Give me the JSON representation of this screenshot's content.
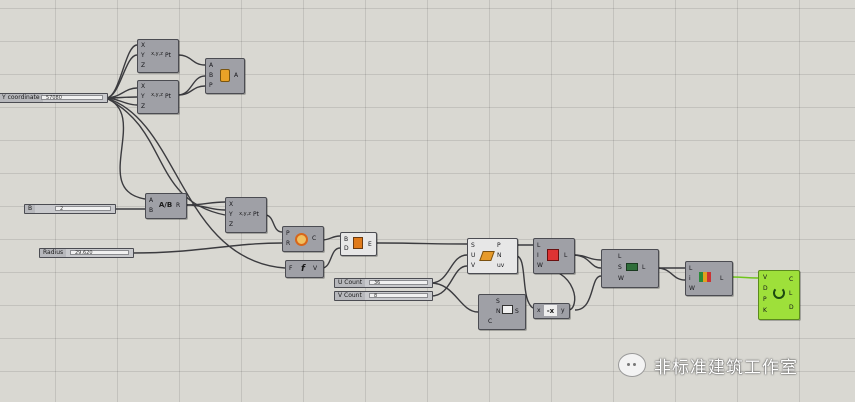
{
  "sliders": {
    "y_coordinate": {
      "label": "Y coordinate",
      "value": "57080"
    },
    "b": {
      "label": "B",
      "value": "2"
    },
    "radius": {
      "label": "Radius",
      "value": "29.620"
    },
    "u_count": {
      "label": "U Count",
      "value": "36"
    },
    "v_count": {
      "label": "V Count",
      "value": "8"
    }
  },
  "nodes": {
    "pt_a": {
      "inputs": [
        "X",
        "Y",
        "Z"
      ],
      "outputs": [
        "Pt"
      ],
      "symbol": "x,y,z"
    },
    "pt_b": {
      "inputs": [
        "X",
        "Y",
        "Z"
      ],
      "outputs": [
        "Pt"
      ],
      "symbol": "x,y,z"
    },
    "arc3pt": {
      "inputs": [
        "A",
        "B",
        "P"
      ],
      "outputs": [
        "A"
      ]
    },
    "division": {
      "inputs": [
        "A",
        "B"
      ],
      "outputs": [
        "R"
      ],
      "symbol": "A/B"
    },
    "pt_c": {
      "inputs": [
        "X",
        "Y",
        "Z"
      ],
      "outputs": [
        "Pt"
      ],
      "symbol": "x,y,z"
    },
    "circle": {
      "inputs": [
        "P",
        "R"
      ],
      "outputs": [
        "C"
      ]
    },
    "expression": {
      "inputs": [
        "F"
      ],
      "outputs": [
        "V"
      ],
      "symbol": "f"
    },
    "boundary": {
      "inputs": [
        "B",
        "D"
      ],
      "outputs": [
        "E"
      ]
    },
    "divide_domain": {
      "inputs": [
        "S",
        "U",
        "V"
      ],
      "outputs": [
        "P",
        "N",
        "uv"
      ]
    },
    "graft_tree": {
      "inputs": [
        "S",
        "N",
        "C"
      ],
      "outputs": [
        "S"
      ]
    },
    "negate": {
      "inputs": [
        "x"
      ],
      "outputs": [
        "y"
      ],
      "symbol": "-x"
    },
    "cull": {
      "inputs": [
        "L",
        "I",
        "W"
      ],
      "outputs": [
        "L"
      ]
    },
    "shift_list": {
      "inputs": [
        "L",
        "S",
        "W"
      ],
      "outputs": [
        "L"
      ]
    },
    "weave": {
      "inputs": [
        "L",
        "i",
        "W"
      ],
      "outputs": [
        "L"
      ]
    },
    "loft": {
      "inputs": [
        "V",
        "D",
        "P",
        "K"
      ],
      "outputs": [
        "C",
        "L",
        "D"
      ]
    }
  },
  "watermark": {
    "text": "非标准建筑工作室"
  }
}
